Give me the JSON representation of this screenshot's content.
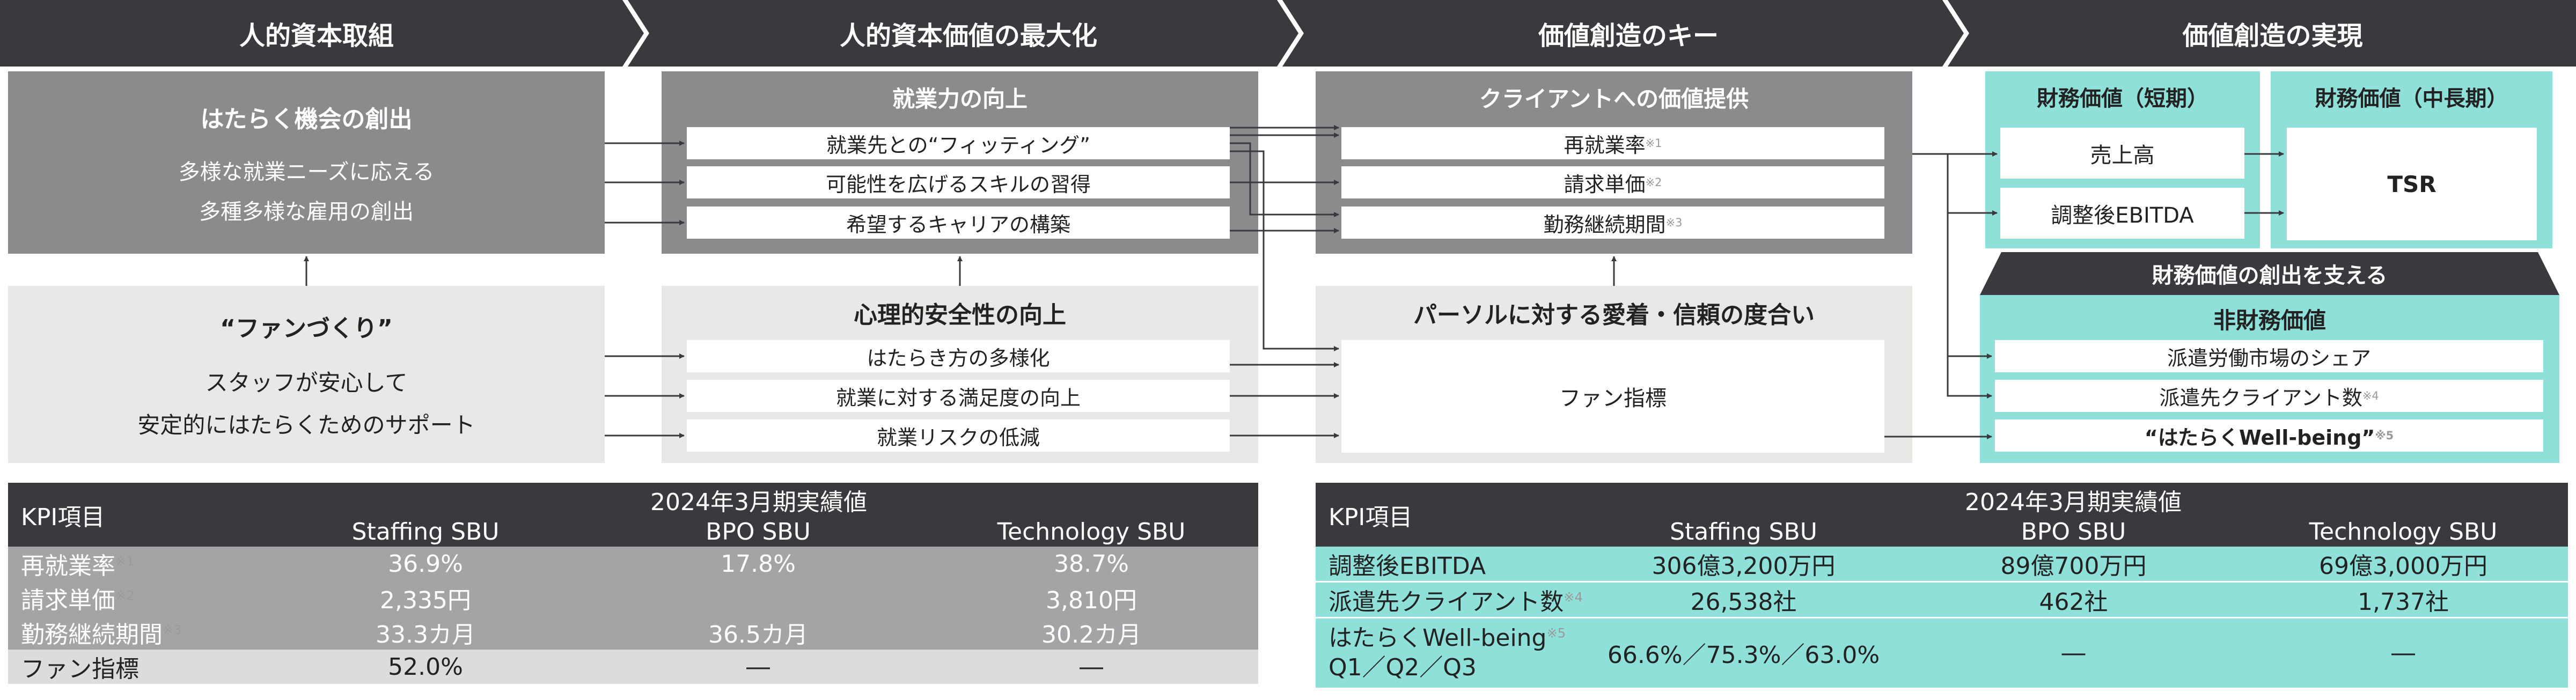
{
  "header": {
    "steps": [
      "人的資本取組",
      "人的資本価値の最大化",
      "価値創造のキー",
      "価値創造の実現"
    ]
  },
  "col1": {
    "top": {
      "title": "はたらく機会の創出",
      "line1": "多様な就業ニーズに応える",
      "line2": "多種多様な雇用の創出"
    },
    "bottom": {
      "title": "“ファンづくり”",
      "line1": "スタッフが安心して",
      "line2": "安定的にはたらくためのサポート"
    }
  },
  "col2": {
    "top": {
      "title": "就業力の向上",
      "items": [
        "就業先との“フィッティング”",
        "可能性を広げるスキルの習得",
        "希望するキャリアの構築"
      ]
    },
    "bottom": {
      "title": "心理的安全性の向上",
      "items": [
        "はたらき方の多様化",
        "就業に対する満足度の向上",
        "就業リスクの低減"
      ]
    }
  },
  "col3": {
    "top": {
      "title": "クライアントへの価値提供",
      "items": [
        {
          "text": "再就業率",
          "note": "※1"
        },
        {
          "text": "請求単価",
          "note": "※2"
        },
        {
          "text": "勤務継続期間",
          "note": "※3"
        }
      ]
    },
    "bottom": {
      "title": "パーソルに対する愛着・信頼の度合い",
      "item": "ファン指標"
    }
  },
  "col4": {
    "short_title": "財務価値（短期）",
    "short_items": [
      "売上高",
      "調整後EBITDA"
    ],
    "mid_title": "財務価値（中長期）",
    "mid_item": "TSR",
    "support_banner": "財務価値の創出を支える",
    "nonfin_title": "非財務価値",
    "nonfin_items": [
      {
        "text": "派遣労働市場のシェア",
        "note": ""
      },
      {
        "text": "派遣先クライアント数",
        "note": "※4"
      },
      {
        "text": "“はたらくWell-being”",
        "note": "※5"
      }
    ]
  },
  "table_left": {
    "corner": "KPI項目",
    "group": "2024年3月期実績値",
    "cols": [
      "Staffing SBU",
      "BPO SBU",
      "Technology SBU"
    ],
    "rows": [
      {
        "label": "再就業率",
        "note": "※1",
        "values": [
          "36.9%",
          "17.8%",
          "38.7%"
        ]
      },
      {
        "label": "請求単価",
        "note": "※2",
        "values": [
          "2,335円",
          "",
          "3,810円"
        ]
      },
      {
        "label": "勤務継続期間",
        "note": "※3",
        "values": [
          "33.3カ月",
          "36.5カ月",
          "30.2カ月"
        ]
      },
      {
        "label": "ファン指標",
        "note": "",
        "values": [
          "52.0%",
          "―",
          "―"
        ]
      }
    ]
  },
  "table_right": {
    "corner": "KPI項目",
    "group": "2024年3月期実績値",
    "cols": [
      "Staffing SBU",
      "BPO SBU",
      "Technology SBU"
    ],
    "rows": [
      {
        "label": "調整後EBITDA",
        "note": "",
        "label2": "",
        "values": [
          "306億3,200万円",
          "89億700万円",
          "69億3,000万円"
        ]
      },
      {
        "label": "派遣先クライアント数",
        "note": "※4",
        "label2": "",
        "values": [
          "26,538社",
          "462社",
          "1,737社"
        ]
      },
      {
        "label": "はたらくWell-being",
        "note": "※5",
        "label2": "Q1／Q2／Q3",
        "values": [
          "66.6%／75.3%／63.0%",
          "―",
          "―"
        ]
      }
    ]
  },
  "colors": {
    "dark": "#3a3a3e",
    "gray": "#8b8b8e",
    "light": "#e8e8e6",
    "teal": "#8fe0d8",
    "row_gray": "#a4a4a6",
    "row_light": "#dcdcda"
  }
}
